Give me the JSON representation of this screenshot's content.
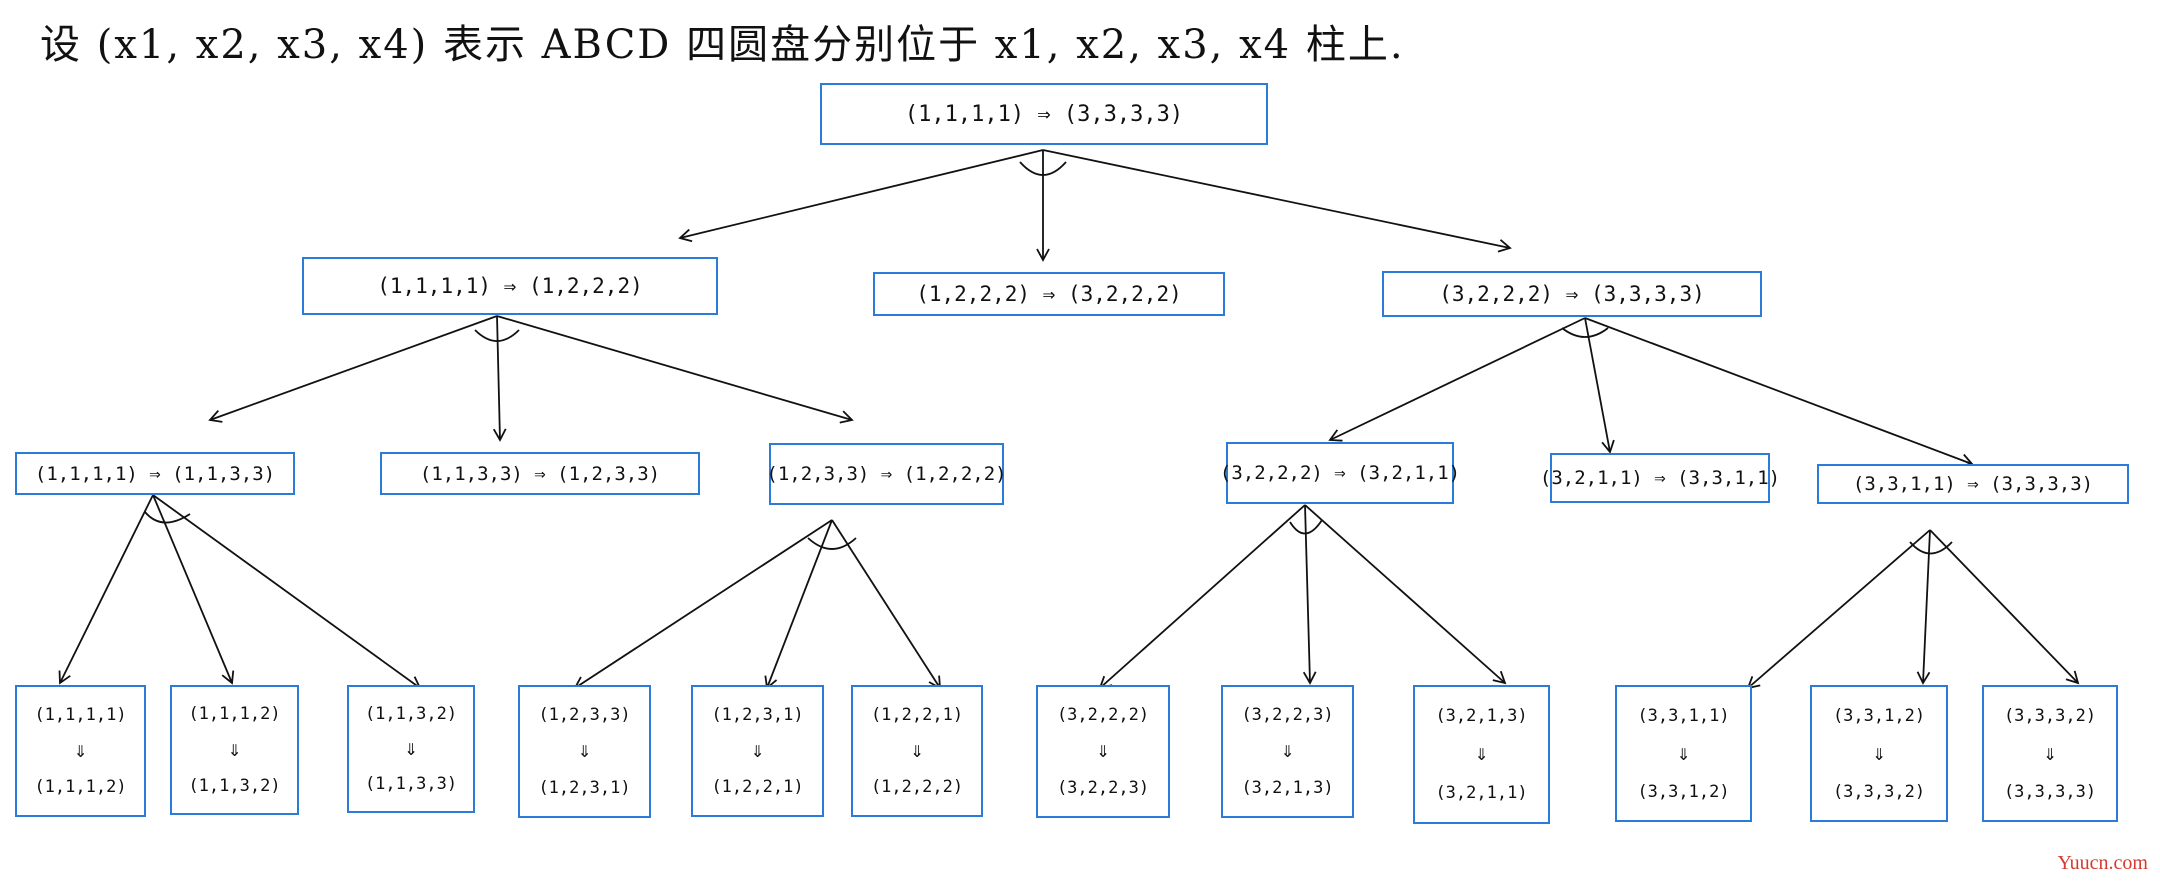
{
  "title": "设 (x1, x2, x3, x4) 表示 ABCD 四圆盘分别位于 x1, x2, x3, x4 柱上.",
  "root": "(1,1,1,1) ⇒ (3,3,3,3)",
  "level1": [
    "(1,1,1,1) ⇒ (1,2,2,2)",
    "(1,2,2,2) ⇒ (3,2,2,2)",
    "(3,2,2,2) ⇒ (3,3,3,3)"
  ],
  "level2": [
    "(1,1,1,1) ⇒ (1,1,3,3)",
    "(1,1,3,3) ⇒ (1,2,3,3)",
    "(1,2,3,3) ⇒ (1,2,2,2)",
    "(3,2,2,2) ⇒ (3,2,1,1)",
    "(3,2,1,1) ⇒ (3,3,1,1)",
    "(3,3,1,1) ⇒ (3,3,3,3)"
  ],
  "leaves": [
    {
      "from": "(1,1,1,1)",
      "arrow": "⇓",
      "to": "(1,1,1,2)"
    },
    {
      "from": "(1,1,1,2)",
      "arrow": "⇓",
      "to": "(1,1,3,2)"
    },
    {
      "from": "(1,1,3,2)",
      "arrow": "⇓",
      "to": "(1,1,3,3)"
    },
    {
      "from": "(1,2,3,3)",
      "arrow": "⇓",
      "to": "(1,2,3,1)"
    },
    {
      "from": "(1,2,3,1)",
      "arrow": "⇓",
      "to": "(1,2,2,1)"
    },
    {
      "from": "(1,2,2,1)",
      "arrow": "⇓",
      "to": "(1,2,2,2)"
    },
    {
      "from": "(3,2,2,2)",
      "arrow": "⇓",
      "to": "(3,2,2,3)"
    },
    {
      "from": "(3,2,2,3)",
      "arrow": "⇓",
      "to": "(3,2,1,3)"
    },
    {
      "from": "(3,2,1,3)",
      "arrow": "⇓",
      "to": "(3,2,1,1)"
    },
    {
      "from": "(3,3,1,1)",
      "arrow": "⇓",
      "to": "(3,3,1,2)"
    },
    {
      "from": "(3,3,1,2)",
      "arrow": "⇓",
      "to": "(3,3,3,2)"
    },
    {
      "from": "(3,3,3,2)",
      "arrow": "⇓",
      "to": "(3,3,3,3)"
    }
  ],
  "watermark": "Yuucn.com",
  "colors": {
    "node_border": "#2b7bd8",
    "edge": "#111111",
    "watermark": "#d63a2f"
  }
}
